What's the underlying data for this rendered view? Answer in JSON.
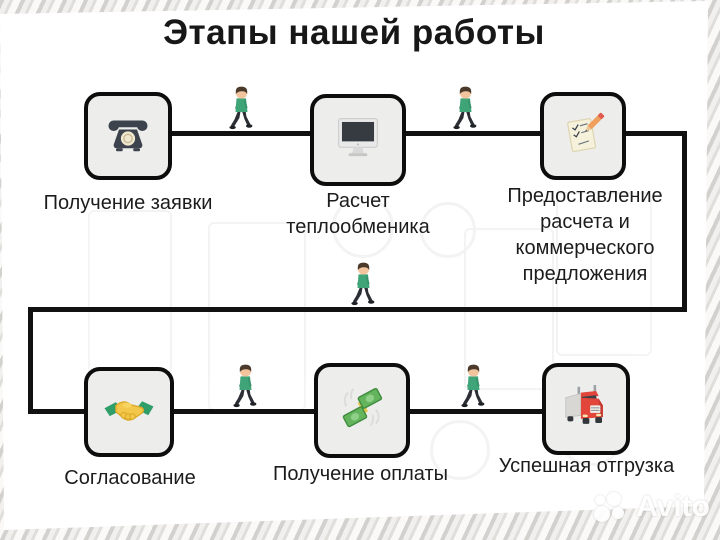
{
  "title": "Этапы нашей работы",
  "stages": [
    {
      "label": "Получение заявки",
      "icon": "telephone-icon"
    },
    {
      "label": "Расчет теплообменика",
      "icon": "computer-monitor-icon"
    },
    {
      "label": "Предоставление расчета и коммерческого предложения",
      "icon": "notepad-pencil-icon"
    },
    {
      "label": "Согласование",
      "icon": "handshake-icon"
    },
    {
      "label": "Получение оплаты",
      "icon": "money-icon"
    },
    {
      "label": "Успешная отгрузка",
      "icon": "truck-icon"
    }
  ],
  "watermark": {
    "brand": "Avito"
  },
  "colors": {
    "flow_line": "#111111",
    "box_fill": "#ededec",
    "box_border": "#0d0d0d",
    "text": "#1c1c1c",
    "person_shirt_green": "#3fa478",
    "money_green": "#63b45d",
    "handshake_yellow": "#f3c84a",
    "sleeve_green": "#2f9e68",
    "truck_red": "#e2453a",
    "phone_dark": "#3c434d"
  }
}
